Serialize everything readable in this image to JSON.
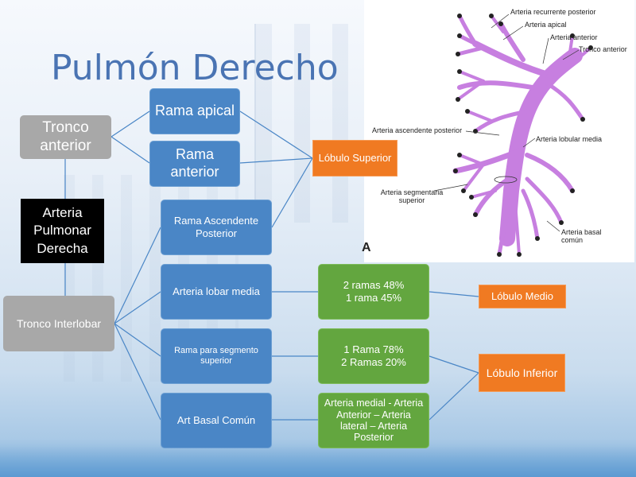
{
  "title": "Pulmón Derecho",
  "nodes": {
    "tronco_anterior": "Tronco anterior",
    "arteria_pulmonar": "Arteria Pulmonar Derecha",
    "tronco_interlobar": "Tronco Interlobar",
    "rama_apical": "Rama apical",
    "rama_anterior": "Rama anterior",
    "rama_ascendente": "Rama Ascendente Posterior",
    "arteria_lobar_media": "Arteria lobar media",
    "rama_segmento_superior": "Rama para segmento superior",
    "art_basal_comun": "Art Basal Común",
    "lobulo_superior": "Lóbulo Superior",
    "lobulo_medio": "Lóbulo Medio",
    "lobulo_inferior": "Lóbulo Inferior",
    "green_1": "2 ramas 48%\n1 rama 45%",
    "green_2": "1 Rama 78%\n2 Ramas 20%",
    "green_3": "Arteria medial - Arteria Anterior – Arteria lateral – Arteria Posterior"
  },
  "anatomy": {
    "figure_letter": "A",
    "labels": {
      "recurrente": "Arteria recurrente posterior",
      "apical": "Arteria apical",
      "anterior": "Arteria anterior",
      "tronco_anterior": "Tronco anterior",
      "ascendente": "Arteria ascendente posterior",
      "lobular_media": "Arteria lobular media",
      "segmentaria": "Arteria segmentaria superior",
      "basal": "Arteria basal común"
    }
  },
  "colors": {
    "title": "#4a74b3",
    "blue_box": "#4a86c6",
    "green_box": "#63a63f",
    "orange_box": "#f07a22",
    "gray_box": "#a8a8a8",
    "artery": "#c77fe0"
  }
}
